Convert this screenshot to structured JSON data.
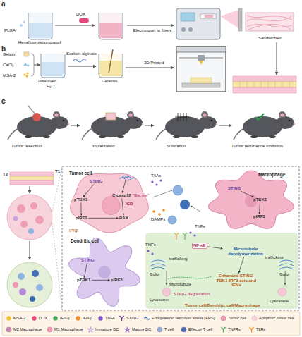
{
  "diagram": {
    "nodes": [
      {
        "text": [
          "Tumor cell"
        ]
      },
      {
        "text": [
          "STING"
        ],
        "in": 0
      },
      {
        "text": [
          "ERS"
        ],
        "in": 0
      },
      {
        "text": [
          "pTBK1"
        ],
        "in": 0
      },
      {
        "text": [
          "C-casp12"
        ],
        "in": 0
      },
      {
        "text": [
          "pIRF3"
        ],
        "in": 0
      },
      {
        "text": [
          "BAX"
        ],
        "in": 0
      },
      {
        "text": [
          "Macrophage"
        ]
      },
      {
        "text": [
          "STING"
        ],
        "in": 7
      },
      {
        "text": [
          "pTBK1"
        ],
        "in": 7
      },
      {
        "text": [
          "pIRF3"
        ],
        "in": 7
      },
      {
        "text": [
          "Dendritic cell"
        ]
      },
      {
        "text": [
          "STING"
        ],
        "in": 11
      },
      {
        "text": [
          "pTBK1"
        ],
        "in": 11
      },
      {
        "text": [
          "pIRF3"
        ],
        "in": 11
      },
      {
        "text": [
          "NF-κB"
        ]
      },
      {
        "text": [
          "Microtubule depolymerization"
        ]
      },
      {
        "text": [
          "Enhanced STING-TBK1-IRF3 axis and IFNs"
        ]
      }
    ],
    "edges": [
      {
        "from": 1,
        "to": 3,
        "arrow": "to"
      },
      {
        "from": 3,
        "to": 5,
        "arrow": "to"
      },
      {
        "from": 5,
        "to": 6,
        "arrow": "to"
      },
      {
        "from": 2,
        "to": 4,
        "arrow": "to"
      },
      {
        "from": 4,
        "to": 6,
        "arrow": "to"
      },
      {
        "from": 8,
        "to": 9,
        "arrow": "to"
      },
      {
        "from": 9,
        "to": 10,
        "arrow": "to"
      },
      {
        "from": 12,
        "to": 13,
        "arrow": "to"
      },
      {
        "from": 13,
        "to": 14,
        "arrow": "to"
      },
      {
        "from": 15,
        "to": 16,
        "arrow": "to"
      },
      {
        "from": 16,
        "to": 17,
        "arrow": "to"
      }
    ],
    "labels": [
      "a",
      "PLGA",
      "Hexafluoroisopropanol",
      "DOX",
      "Electrospun to fibers",
      "Sandwiched",
      "b",
      "Gelatin",
      "CaCl₂",
      "MSA-2",
      "Dissolved",
      "H₂O",
      "Sodium alginate",
      "Gelation",
      "3D Printed",
      "c",
      "Tumor resection",
      "Implantation",
      "Suturation",
      "Tumor recurrence inhibition",
      "T2",
      "T1",
      "TAAs",
      "ICD",
      "\"Eat me\"",
      "DAMPs",
      "IFNβ",
      "TNFs",
      "TNFs",
      "trafficking",
      "Golgi",
      "Microtubule",
      "Lysosome",
      "STING degradation",
      "trafficking",
      "Golgi",
      "Lysosome",
      "Tumor cell/Dendritic cell/Macrophage"
    ],
    "legend": [
      {
        "text": "MSA-2",
        "color": "#f2c230"
      },
      {
        "text": "DOX",
        "color": "#e5487f"
      },
      {
        "text": "IFN-γ",
        "color": "#46a758"
      },
      {
        "text": "IFN-β",
        "color": "#f28c28"
      },
      {
        "text": "TNFs",
        "color": "#7e5bc4"
      },
      {
        "text": "STING"
      },
      {
        "text": "Endoplasmic reticulum stress (ERS)"
      },
      {
        "text": "Tumor cell"
      },
      {
        "text": "Apoptotic tumor cell"
      },
      {
        "text": "M2 Macrophage"
      },
      {
        "text": "M1 Macrophage"
      },
      {
        "text": "Immature DC"
      },
      {
        "text": "Mature DC"
      },
      {
        "text": "T cell"
      },
      {
        "text": "Effector T cell"
      },
      {
        "text": "TNFRs"
      },
      {
        "text": "TLRs"
      }
    ]
  }
}
